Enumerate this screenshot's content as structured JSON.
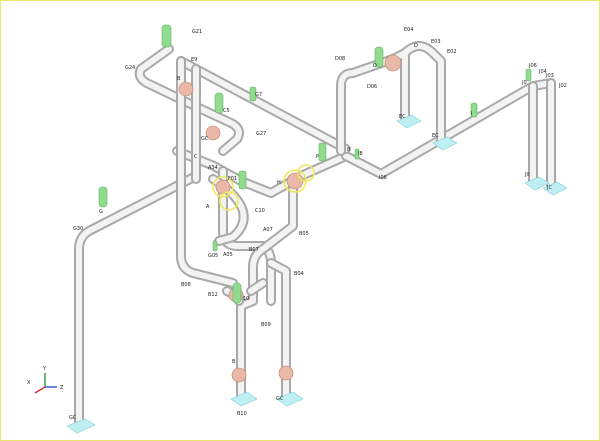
{
  "colors": {
    "pipe_outline": "#a9a9a9",
    "pipe_fill": "#f3f3f3",
    "valve": "#e9b8a6",
    "actuator": "#8fdc8f",
    "support": "#bfeff3",
    "flange_ring": "#f2e85c",
    "frame_border": "#e8e86a",
    "axis_x": "#d23030",
    "axis_y": "#2f9a2f",
    "axis_z": "#2f4fd0"
  },
  "axes": {
    "x": "X",
    "y": "Y",
    "z": "Z"
  },
  "labels": [
    {
      "text": "G21"
    },
    {
      "text": "G24"
    },
    {
      "text": "E9"
    },
    {
      "text": "B"
    },
    {
      "text": "G7"
    },
    {
      "text": "C5"
    },
    {
      "text": "G27"
    },
    {
      "text": "A34"
    },
    {
      "text": "F01"
    },
    {
      "text": "C10"
    },
    {
      "text": "A"
    },
    {
      "text": "A07"
    },
    {
      "text": "B05"
    },
    {
      "text": "A05"
    },
    {
      "text": "B07"
    },
    {
      "text": "G05"
    },
    {
      "text": "B08"
    },
    {
      "text": "B04"
    },
    {
      "text": "B12"
    },
    {
      "text": "10"
    },
    {
      "text": "B09"
    },
    {
      "text": "B10"
    },
    {
      "text": "G30"
    },
    {
      "text": "G"
    },
    {
      "text": "GC"
    },
    {
      "text": "D08"
    },
    {
      "text": "D06"
    },
    {
      "text": "E04"
    },
    {
      "text": "E03"
    },
    {
      "text": "E02"
    },
    {
      "text": "D"
    },
    {
      "text": "EC"
    },
    {
      "text": "EC"
    },
    {
      "text": "I"
    },
    {
      "text": "I8"
    },
    {
      "text": "I06"
    },
    {
      "text": "J06"
    },
    {
      "text": "J04"
    },
    {
      "text": "J03"
    },
    {
      "text": "J02"
    },
    {
      "text": "J0"
    },
    {
      "text": "JC"
    },
    {
      "text": "J0"
    },
    {
      "text": "C"
    },
    {
      "text": "GC"
    },
    {
      "text": "D"
    },
    {
      "text": "GC"
    },
    {
      "text": "B"
    },
    {
      "text": "H"
    },
    {
      "text": "P"
    },
    {
      "text": "5"
    },
    {
      "text": "8"
    }
  ]
}
